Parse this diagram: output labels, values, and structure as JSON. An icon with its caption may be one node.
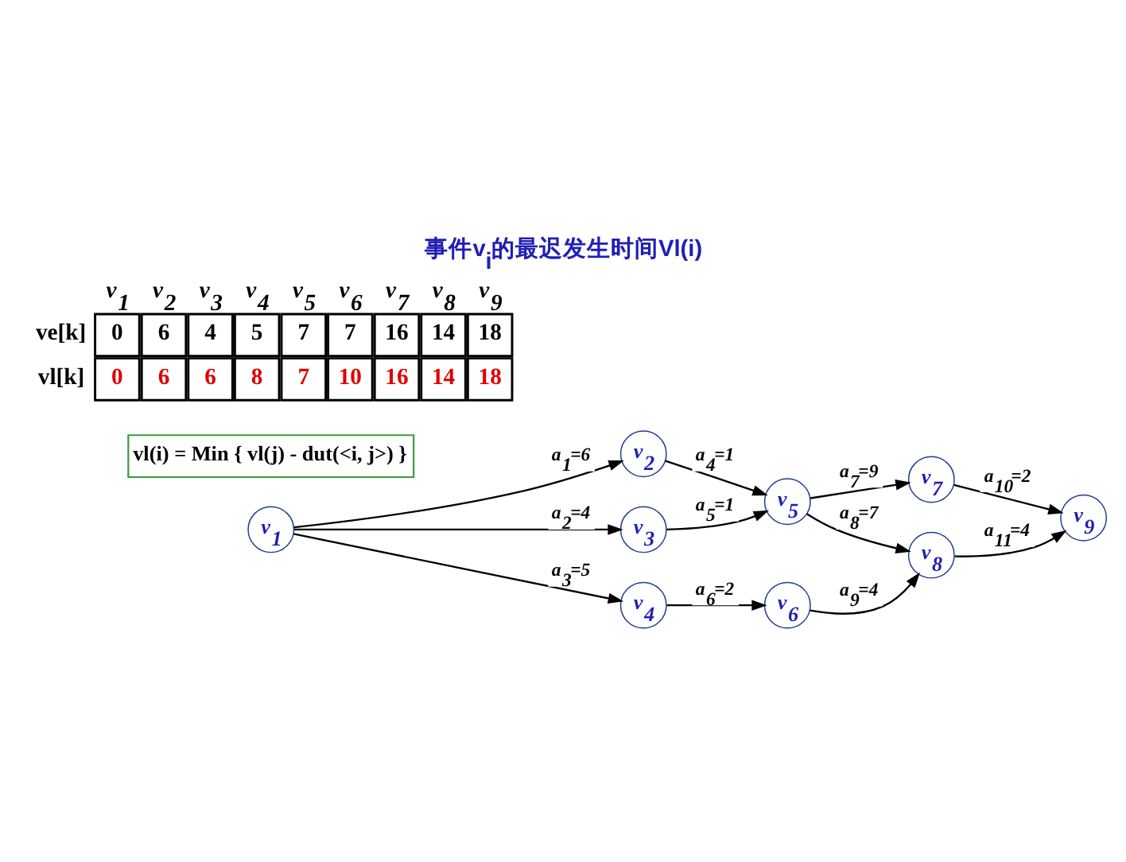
{
  "diagram": {
    "title": "事件v$_{i}$的最迟发生时间Vl(i)",
    "nodes": [
      {
        "text": [
          "v$_{1}$"
        ]
      },
      {
        "text": [
          "v$_{2}$"
        ]
      },
      {
        "text": [
          "v$_{3}$"
        ]
      },
      {
        "text": [
          "v$_{4}$"
        ]
      },
      {
        "text": [
          "v$_{5}$"
        ]
      },
      {
        "text": [
          "v$_{6}$"
        ]
      },
      {
        "text": [
          "v$_{7}$"
        ]
      },
      {
        "text": [
          "v$_{8}$"
        ]
      },
      {
        "text": [
          "v$_{9}$"
        ]
      },
      {
        "text": [
          "vl(i) = Min { vl(j) - dut(<i, j>) }"
        ]
      }
    ],
    "edges": [
      {
        "from": 0,
        "to": 1,
        "arrow": "to",
        "label": "a$_{1}$=6"
      },
      {
        "from": 0,
        "to": 2,
        "arrow": "to",
        "label": "a$_{2}$=4"
      },
      {
        "from": 0,
        "to": 3,
        "arrow": "to",
        "label": "a$_{3}$=5"
      },
      {
        "from": 1,
        "to": 4,
        "arrow": "to",
        "label": "a$_{4}$=1"
      },
      {
        "from": 2,
        "to": 4,
        "arrow": "to",
        "label": "a$_{5}$=1"
      },
      {
        "from": 3,
        "to": 5,
        "arrow": "to",
        "label": "a$_{6}$=2"
      },
      {
        "from": 4,
        "to": 6,
        "arrow": "to",
        "label": "a$_{7}$=9"
      },
      {
        "from": 4,
        "to": 7,
        "arrow": "to",
        "label": "a$_{8}$=7"
      },
      {
        "from": 5,
        "to": 7,
        "arrow": "to",
        "label": "a$_{9}$=4"
      },
      {
        "from": 6,
        "to": 8,
        "arrow": "to",
        "label": "a$_{10}$=2"
      },
      {
        "from": 7,
        "to": 8,
        "arrow": "to",
        "label": "a$_{11}$=4"
      }
    ],
    "labels": [
      "v$_{1}$",
      "v$_{2}$",
      "v$_{3}$",
      "v$_{4}$",
      "v$_{5}$",
      "v$_{6}$",
      "v$_{7}$",
      "v$_{8}$",
      "v$_{9}$",
      "ve[k]",
      "0",
      "6",
      "4",
      "5",
      "7",
      "7",
      "16",
      "14",
      "18",
      "vl[k]",
      "0",
      "6",
      "6",
      "8",
      "7",
      "10",
      "16",
      "14",
      "18"
    ]
  }
}
